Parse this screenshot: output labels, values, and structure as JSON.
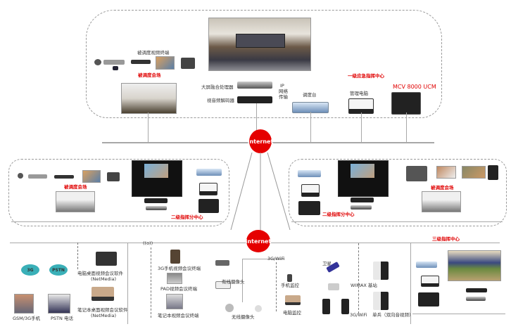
{
  "diagram": {
    "title": "Emergency command video conferencing network topology",
    "nodes": {
      "internet_top": "internet",
      "internet_bottom": "internet"
    },
    "tier1": {
      "center_label": "一级应急指挥中心",
      "mcu_label": "MCV 8000 UCM",
      "terminal_label": "被调度视频终端",
      "venue_label": "被调度会场",
      "processor_label": "大屏融合处理器",
      "decoder_label": "视音频解码器",
      "ip_label": [
        "IP",
        "网络",
        "传输"
      ],
      "console_label": "调度台",
      "laptop_label": "管理电脑"
    },
    "tier2_left": {
      "venue_label": "被调度会场",
      "center_label": "二级指挥分中心"
    },
    "tier2_right": {
      "venue_label": "被调度会场",
      "center_label": "二级指挥分中心"
    },
    "tier3": {
      "center_label": "三级指挥中心"
    },
    "access": {
      "cloud_3g": "3G",
      "cloud_pstn": "PSTN",
      "gsm_phone": "GSM/3G手机",
      "pstn_phone": "PSTN 电话",
      "desktop_soft": "电脑桌面视频会议软件",
      "desktop_soft_sub": "(NetMedia)",
      "laptop_soft": "笔记本桌面视频会议软件",
      "laptop_soft_sub": "(NetMedia)",
      "tower_signal": "((o))",
      "phone_3g": "3G手机视频会议终端",
      "pad": "PAD视频会议终端",
      "notebook": "笔记本视频会议终端",
      "wired_cam": "有线摄像头",
      "wireless_cam": "无线摄像头",
      "wifi_label": "3G/WiFi",
      "phone_monitor": "手机监控",
      "pc_monitor": "电脑监控",
      "satellite": "卫星",
      "wimax": "WIMAX 基站",
      "wifi_3g": "3G/WiFi",
      "soldier": "单兵（双向音视频）"
    }
  }
}
